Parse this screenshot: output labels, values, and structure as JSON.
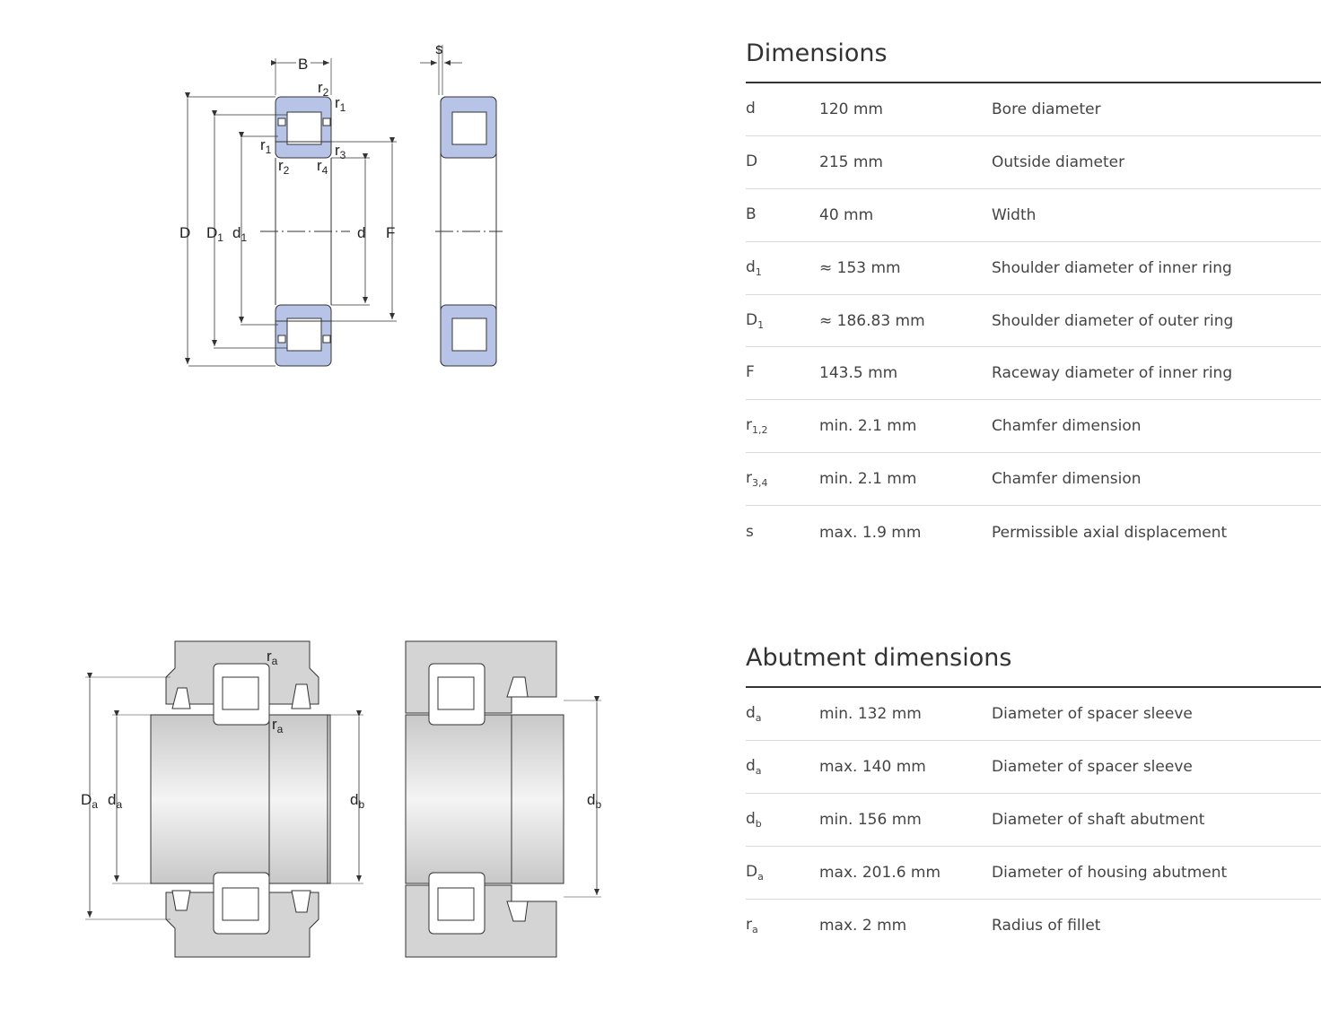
{
  "dimensions": {
    "title": "Dimensions",
    "rows": [
      {
        "sym": "d",
        "sub": "",
        "value": "120 mm",
        "desc": "Bore diameter"
      },
      {
        "sym": "D",
        "sub": "",
        "value": "215 mm",
        "desc": "Outside diameter"
      },
      {
        "sym": "B",
        "sub": "",
        "value": "40 mm",
        "desc": "Width"
      },
      {
        "sym": "d",
        "sub": "1",
        "value": "≈ 153 mm",
        "desc": "Shoulder diameter of inner ring"
      },
      {
        "sym": "D",
        "sub": "1",
        "value": "≈ 186.83 mm",
        "desc": "Shoulder diameter of outer ring"
      },
      {
        "sym": "F",
        "sub": "",
        "value": "143.5 mm",
        "desc": "Raceway diameter of inner ring"
      },
      {
        "sym": "r",
        "sub": "1,2",
        "value": "min. 2.1 mm",
        "desc": "Chamfer dimension"
      },
      {
        "sym": "r",
        "sub": "3,4",
        "value": "min. 2.1 mm",
        "desc": "Chamfer dimension"
      },
      {
        "sym": "s",
        "sub": "",
        "value": "max. 1.9 mm",
        "desc": "Permissible axial displacement"
      }
    ]
  },
  "abutment": {
    "title": "Abutment dimensions",
    "rows": [
      {
        "sym": "d",
        "sub": "a",
        "value": "min. 132 mm",
        "desc": "Diameter of spacer sleeve"
      },
      {
        "sym": "d",
        "sub": "a",
        "value": "max. 140 mm",
        "desc": "Diameter of spacer sleeve"
      },
      {
        "sym": "d",
        "sub": "b",
        "value": "min. 156 mm",
        "desc": "Diameter of shaft abutment"
      },
      {
        "sym": "D",
        "sub": "a",
        "value": "max. 201.6 mm",
        "desc": "Diameter of housing abutment"
      },
      {
        "sym": "r",
        "sub": "a",
        "value": "max. 2 mm",
        "desc": "Radius of fillet"
      }
    ]
  },
  "diagram_labels": {
    "top": {
      "B": "B",
      "s": "s",
      "D": "D",
      "D1": "D",
      "d1": "d",
      "d": "d",
      "F": "F",
      "r1a": "r",
      "r2a": "r",
      "r1b": "r",
      "r2b": "r",
      "r3": "r",
      "r4": "r",
      "sub1": "1",
      "sub2": "2",
      "sub3": "3",
      "sub4": "4"
    },
    "bottom": {
      "Da": "D",
      "da": "d",
      "db1": "d",
      "db2": "d",
      "ra1": "r",
      "ra2": "r",
      "suba": "a",
      "subb": "b"
    }
  },
  "colors": {
    "ring_fill": "#b7c4e8",
    "ring_stroke": "#333333",
    "housing_fill": "#d4d4d4",
    "line": "#333333"
  }
}
